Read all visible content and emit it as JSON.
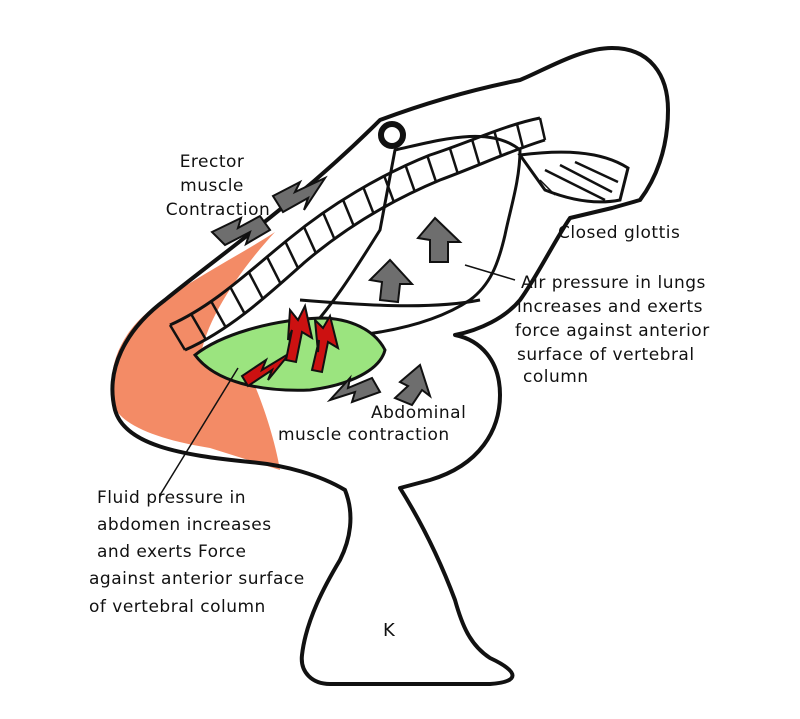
{
  "labels": {
    "erector": [
      "Erector",
      "muscle",
      "Contraction"
    ],
    "glottis": "Closed glottis",
    "air": [
      "Air pressure in lungs",
      "increases and exerts",
      "force against anterior",
      "surface of vertebral",
      "column"
    ],
    "abdominal": [
      "Abdominal",
      "muscle contraction"
    ],
    "fluid": [
      "Fluid pressure in",
      "abdomen increases",
      "and exerts Force",
      "against anterior surface",
      "of vertebral column"
    ],
    "signature": "K"
  },
  "colors": {
    "outline": "#111111",
    "erector_muscle": "#f38b66",
    "abdomen": "#9be47f",
    "pressure_arrow": "#cc1111",
    "gray_arrow": "#6e6e6e"
  }
}
